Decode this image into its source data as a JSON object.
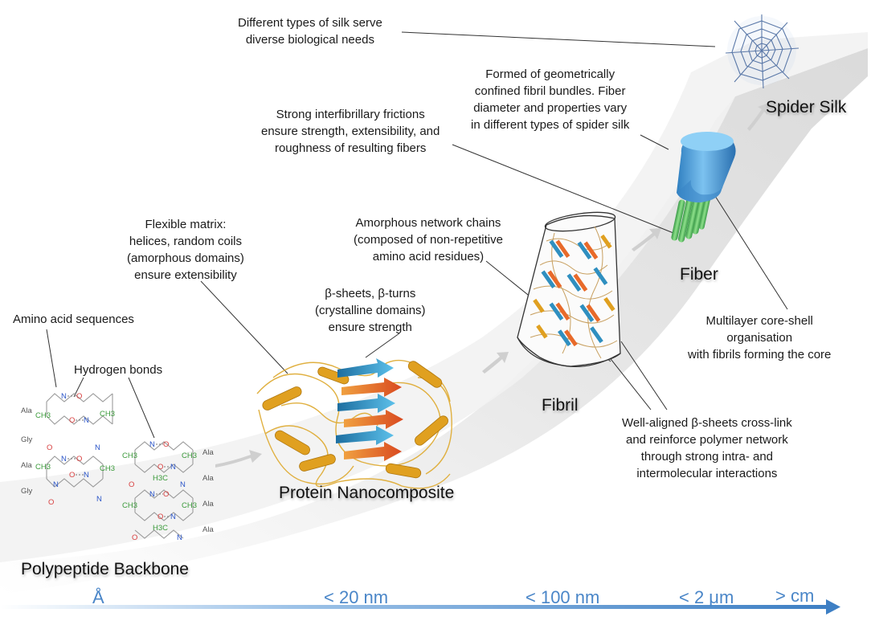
{
  "colors": {
    "scale_text": "#4a86c8",
    "helix_gold": "#e0a020",
    "sheet_blue": "#2f8fc0",
    "sheet_orange": "#e86a2a",
    "fiber_blue": "#4a9fd8",
    "fibril_green": "#5cc06a",
    "atom_nitrogen": "#2b55c8",
    "atom_oxygen": "#d84040",
    "atom_carbon": "#3a9a3a"
  },
  "icons": [
    "spider-web-icon",
    "fiber-cylinder-icon",
    "fibril-cone-icon",
    "protein-nanocomposite-icon",
    "polypeptide-chain-icon",
    "scale-arrow-icon"
  ],
  "stages": {
    "backbone": "Polypeptide Backbone",
    "nanocomposite": "Protein Nanocomposite",
    "fibril": "Fibril",
    "fiber": "Fiber",
    "silk": "Spider Silk"
  },
  "scale": {
    "angstrom": "Å",
    "nm20": "< 20 nm",
    "nm100": "< 100 nm",
    "um2": "< 2 μm",
    "cm": "> cm"
  },
  "annotations": {
    "silk": [
      "Different types of silk serve",
      "diverse biological needs"
    ],
    "fiber_bundles": [
      "Formed of geometrically",
      "confined fibril bundles. Fiber",
      "diameter and properties vary",
      "in different types of spider silk"
    ],
    "frictions": [
      "Strong interfibrillary frictions",
      "ensure strength, extensibility, and",
      "roughness of resulting fibers"
    ],
    "matrix": [
      "Flexible matrix:",
      "helices, random coils",
      "(amorphous domains)",
      "ensure extensibility"
    ],
    "amorphous": [
      "Amorphous network chains",
      "(composed of non-repetitive",
      "amino acid residues)"
    ],
    "sheets": [
      "β-sheets, β-turns",
      "(crystalline domains)",
      "ensure strength"
    ],
    "amino": "Amino acid sequences",
    "hbonds": "Hydrogen bonds",
    "core_shell": [
      "Multilayer core-shell",
      "organisation",
      "with fibrils forming the core"
    ],
    "crosslink": [
      "Well-aligned β-sheets cross-link",
      "and reinforce polymer network",
      "through strong intra- and",
      "intermolecular interactions"
    ]
  },
  "residues": {
    "left": [
      "Ala",
      "Gly",
      "Ala",
      "Gly"
    ],
    "right": [
      "Ala",
      "Ala",
      "Ala",
      "Ala"
    ]
  },
  "atoms": {
    "n": "N",
    "o": "O",
    "ch3": "CH3",
    "h3c": "H3C"
  }
}
